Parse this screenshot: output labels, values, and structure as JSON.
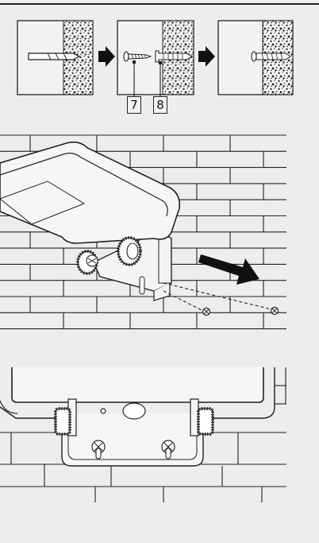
{
  "steps": {
    "callouts": [
      {
        "label": "7",
        "part": "screw"
      },
      {
        "label": "8",
        "part": "wall-plug"
      }
    ]
  },
  "icons": [
    "drill-bit-icon",
    "arrow-right-icon",
    "screw-icon",
    "wall-plug-icon",
    "screw-in-plug-icon",
    "mounting-direction-arrow-icon",
    "adjustment-knob-icon"
  ],
  "colors": {
    "background": "#ededed",
    "panel": "#f2f2f2",
    "line": "#222222",
    "mortar": "#222222",
    "arrow": "#111111"
  }
}
